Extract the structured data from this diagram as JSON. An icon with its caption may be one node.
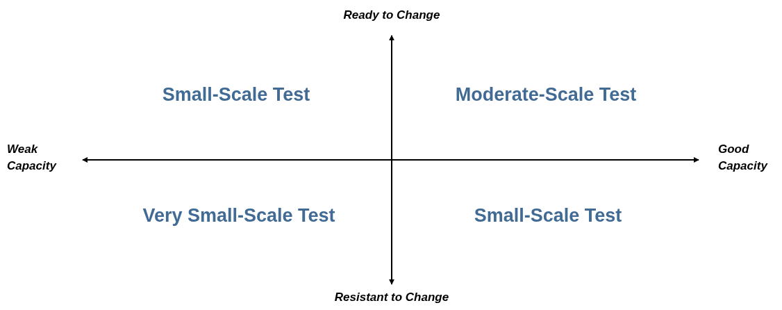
{
  "diagram": {
    "labels": [
      "Ready to Change",
      "Small-Scale Test",
      "Moderate-Scale Test",
      "Weak Capacity",
      "Good Capacity",
      "Very Small-Scale Test",
      "Small-Scale Test",
      "Resistant to Change"
    ]
  }
}
